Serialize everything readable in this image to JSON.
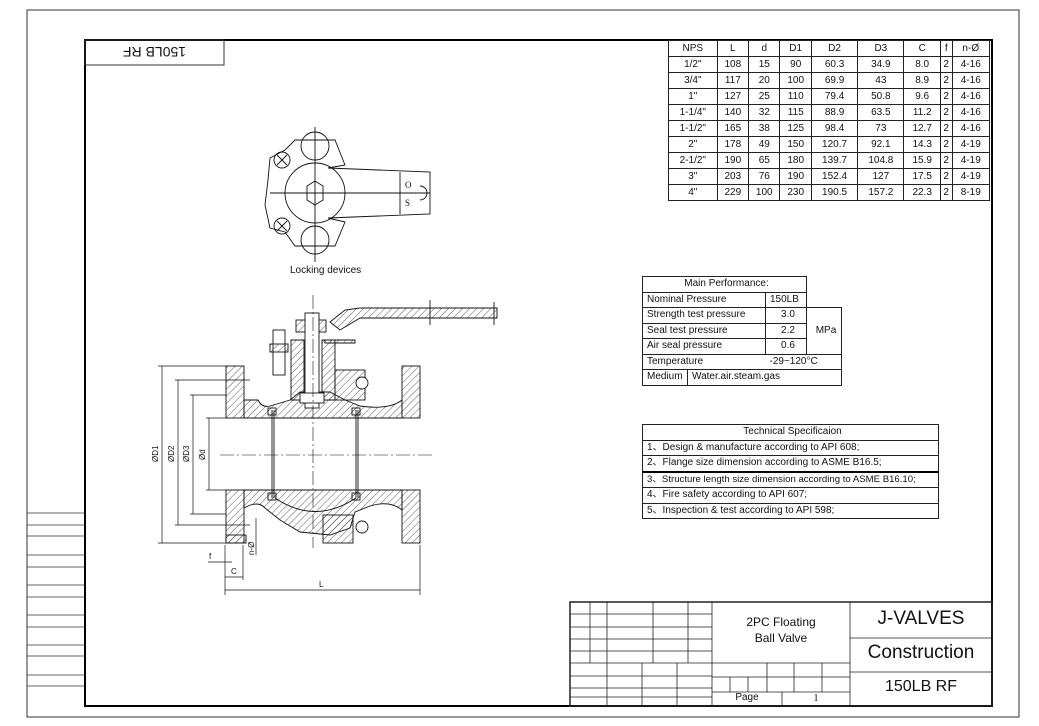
{
  "rotated_label": "150LB RF",
  "locking_label": "Locking devices",
  "handle_marks": {
    "open": "O",
    "shut": "S"
  },
  "dimension_labels": {
    "D1": "ØD1",
    "D2": "ØD2",
    "D3": "ØD3",
    "d": "Ød",
    "f": "f",
    "C": "C",
    "n": "n-Ø",
    "L": "L"
  },
  "spec_table": {
    "headers": [
      "NPS",
      "L",
      "d",
      "D1",
      "D2",
      "D3",
      "C",
      "f",
      "n-Ø"
    ],
    "rows": [
      [
        "1/2\"",
        "108",
        "15",
        "90",
        "60.3",
        "34.9",
        "8.0",
        "2",
        "4-16"
      ],
      [
        "3/4\"",
        "117",
        "20",
        "100",
        "69.9",
        "43",
        "8.9",
        "2",
        "4-16"
      ],
      [
        "1\"",
        "127",
        "25",
        "110",
        "79.4",
        "50.8",
        "9.6",
        "2",
        "4-16"
      ],
      [
        "1-1/4\"",
        "140",
        "32",
        "115",
        "88.9",
        "63.5",
        "11.2",
        "2",
        "4-16"
      ],
      [
        "1-1/2\"",
        "165",
        "38",
        "125",
        "98.4",
        "73",
        "12.7",
        "2",
        "4-16"
      ],
      [
        "2\"",
        "178",
        "49",
        "150",
        "120.7",
        "92.1",
        "14.3",
        "2",
        "4-19"
      ],
      [
        "2-1/2\"",
        "190",
        "65",
        "180",
        "139.7",
        "104.8",
        "15.9",
        "2",
        "4-19"
      ],
      [
        "3\"",
        "203",
        "76",
        "190",
        "152.4",
        "127",
        "17.5",
        "2",
        "4-19"
      ],
      [
        "4\"",
        "229",
        "100",
        "230",
        "190.5",
        "157.2",
        "22.3",
        "2",
        "8-19"
      ]
    ]
  },
  "performance": {
    "title": "Main Performance:",
    "nominal_label": "Nominal Pressure",
    "nominal_value": "150LB",
    "strength_label": "Strength test pressure",
    "strength_value": "3.0",
    "seal_label": "Seal test pressure",
    "seal_value": "2.2",
    "air_label": "Air seal pressure",
    "air_value": "0.6",
    "unit": "MPa",
    "temp_label": "Temperature",
    "temp_value": "-29~120°C",
    "medium_label": "Medium",
    "medium_value": "Water.air.steam.gas"
  },
  "technical": {
    "title": "Technical Specificaion",
    "items": [
      "1、Design & manufacture according to API 608;",
      "2、Flange size dimension according to ASME B16.5;",
      "3、Structure length size dimension according to ASME B16.10;",
      "4、Fire safety according to API 607;",
      "5、Inspection & test according to API 598;"
    ]
  },
  "title_block": {
    "product_line1": "2PC Floating",
    "product_line2": "Ball Valve",
    "company": "J-VALVES",
    "drawing_type": "Construction",
    "rating": "150LB RF",
    "page_label": "Page",
    "page_number": "1"
  }
}
